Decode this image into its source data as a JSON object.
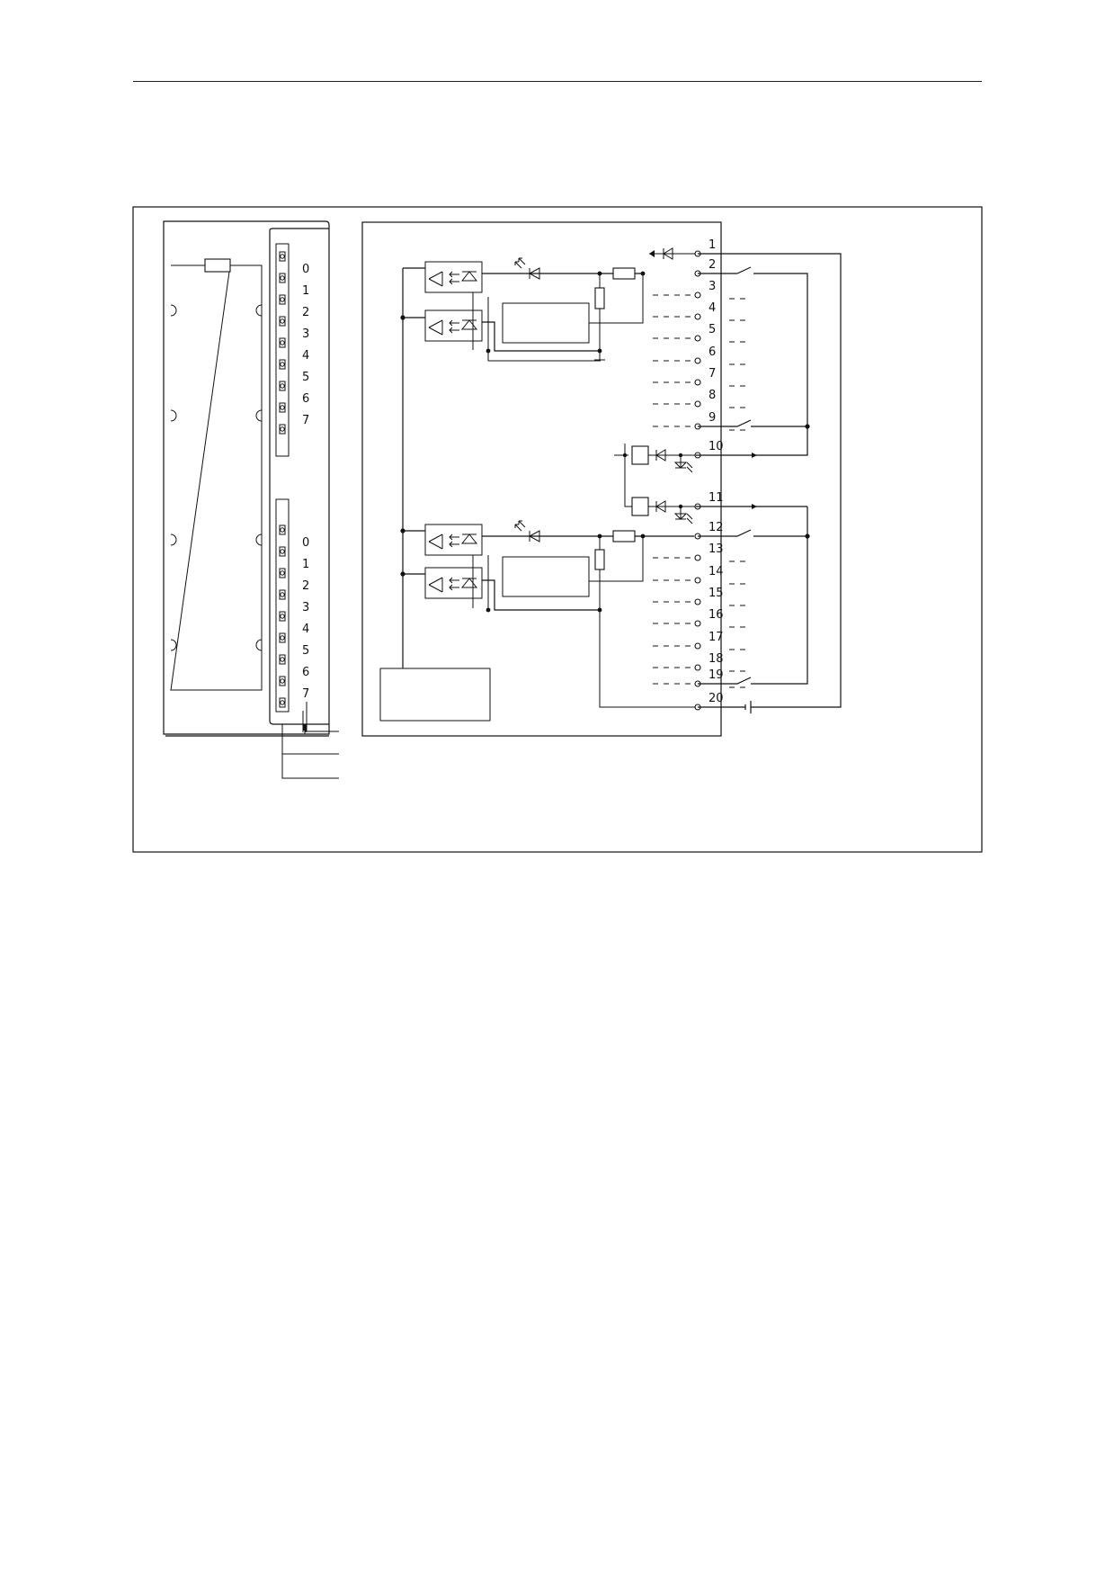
{
  "figure": {
    "led_channels": [
      "0",
      "1",
      "2",
      "3",
      "4",
      "5",
      "6",
      "7"
    ],
    "terminals": [
      "1",
      "2",
      "3",
      "4",
      "5",
      "6",
      "7",
      "8",
      "9",
      "10",
      "11",
      "12",
      "13",
      "14",
      "15",
      "16",
      "17",
      "18",
      "19",
      "20"
    ]
  }
}
